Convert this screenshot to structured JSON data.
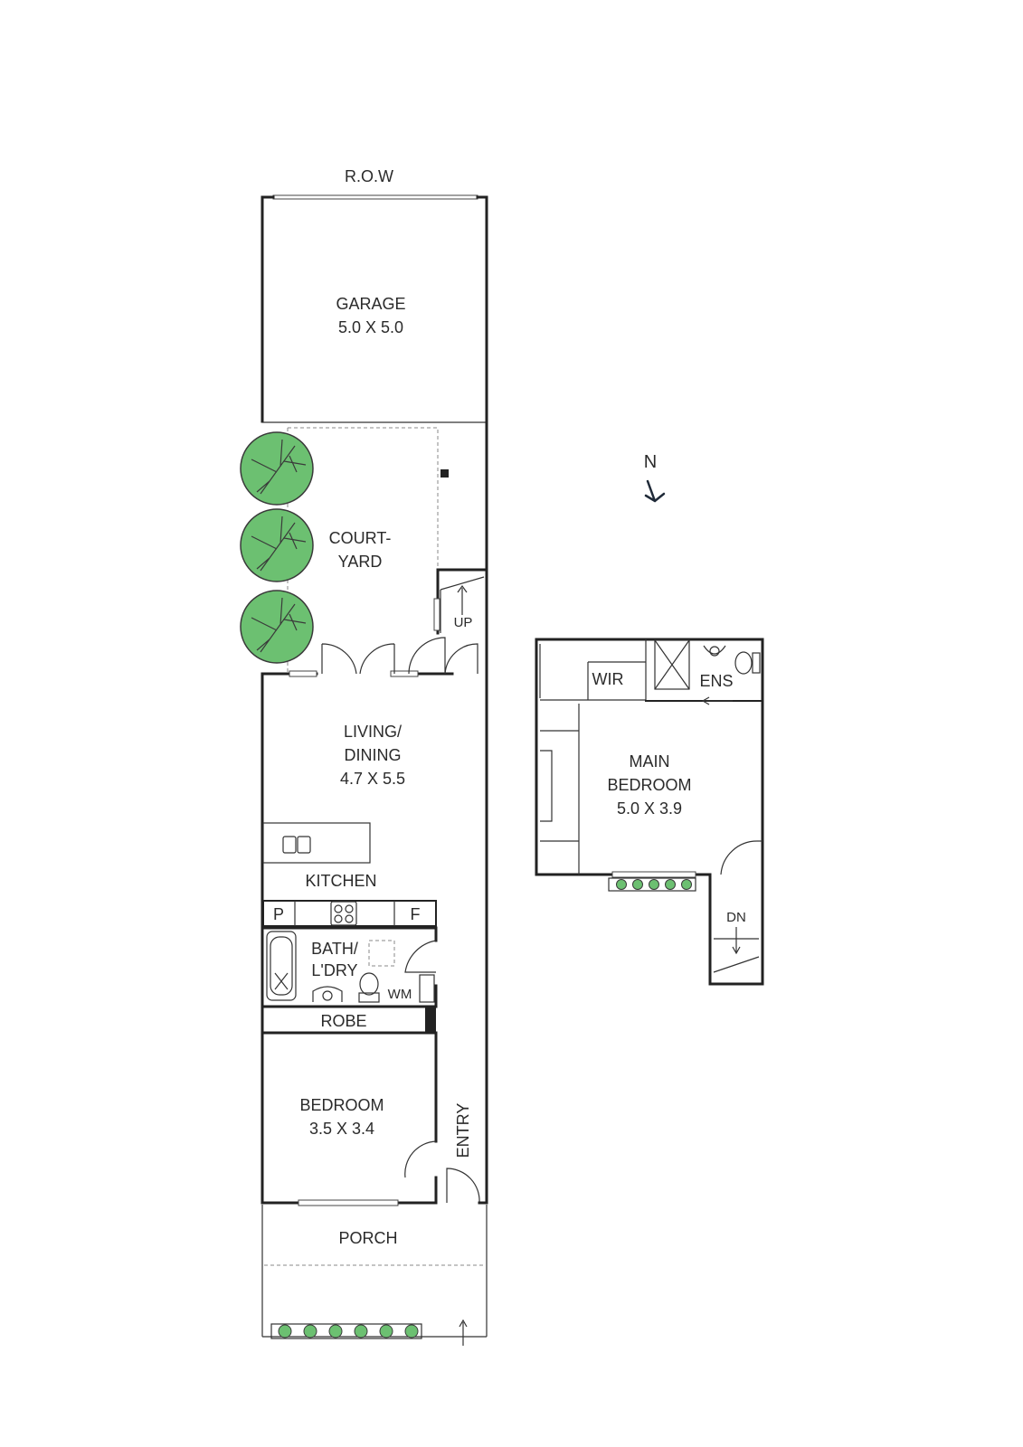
{
  "labels": {
    "row": "R.O.W",
    "garage_name": "GARAGE",
    "garage_dims": "5.0 X 5.0",
    "courtyard_1": "COURT-",
    "courtyard_2": "YARD",
    "up": "UP",
    "living_1": "LIVING/",
    "living_2": "DINING",
    "living_dims": "4.7 X 5.5",
    "kitchen": "KITCHEN",
    "pantry": "P",
    "fridge": "F",
    "bath_1": "BATH/",
    "bath_2": "L'DRY",
    "wm": "WM",
    "robe": "ROBE",
    "bedroom_name": "BEDROOM",
    "bedroom_dims": "3.5 X 3.4",
    "entry": "ENTRY",
    "porch": "PORCH",
    "north": "N",
    "wir": "WIR",
    "ens": "ENS",
    "main_1": "MAIN",
    "main_2": "BEDROOM",
    "main_dims": "5.0 X 3.9",
    "dn": "DN"
  },
  "colors": {
    "wall": "#222222",
    "greenery": "#6cc071",
    "text": "#2b2b2b"
  },
  "icons": [
    "tree-icon",
    "shrub-icon",
    "north-arrow-icon",
    "toilet-icon",
    "bathtub-icon",
    "cooktop-icon",
    "sink-icon"
  ]
}
